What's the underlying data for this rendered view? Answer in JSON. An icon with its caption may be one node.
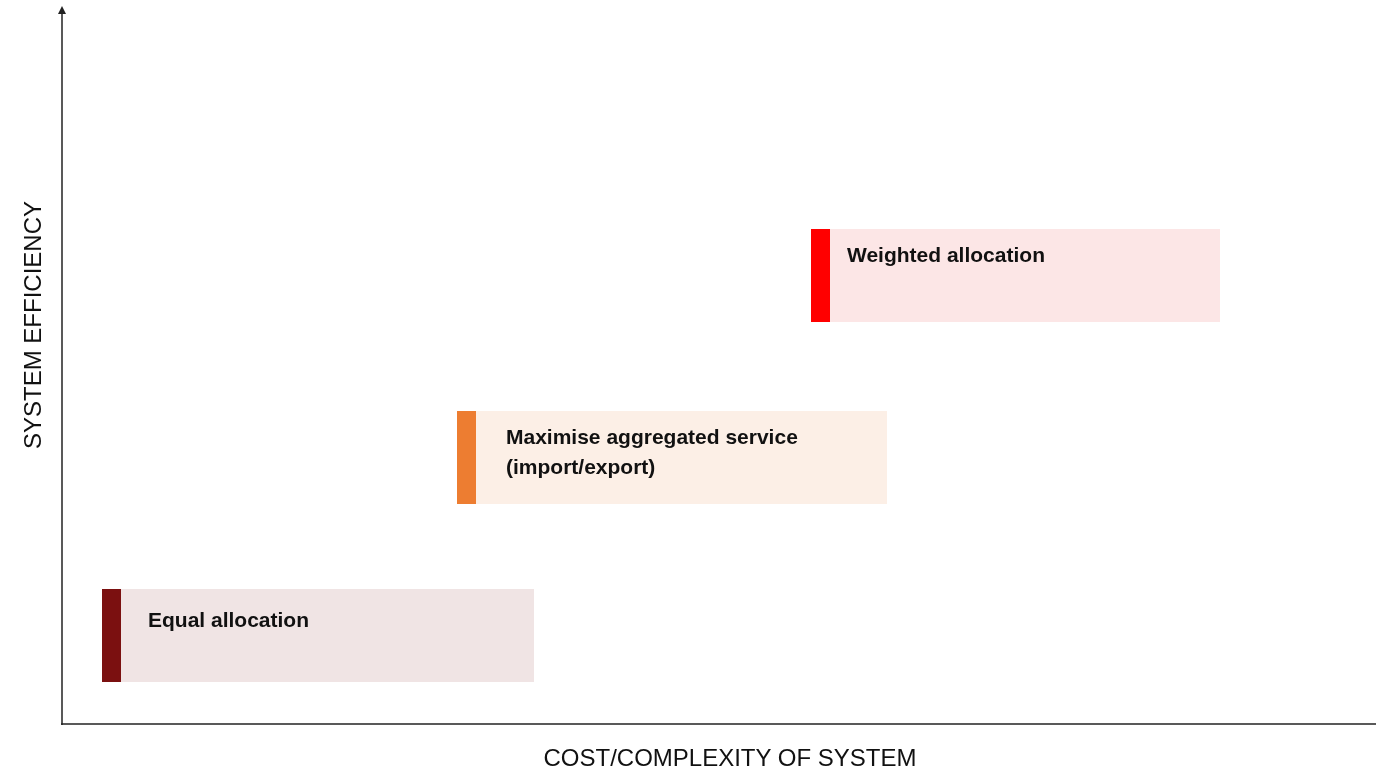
{
  "diagram": {
    "nodes": [
      {
        "text": [
          "Weighted allocation"
        ]
      },
      {
        "text": [
          "Maximise aggregated service (import/export)"
        ]
      },
      {
        "text": [
          "Equal allocation"
        ]
      }
    ],
    "labels": [
      "SYSTEM EFFICIENCY",
      "COST/COMPLEXITY OF SYSTEM"
    ]
  }
}
